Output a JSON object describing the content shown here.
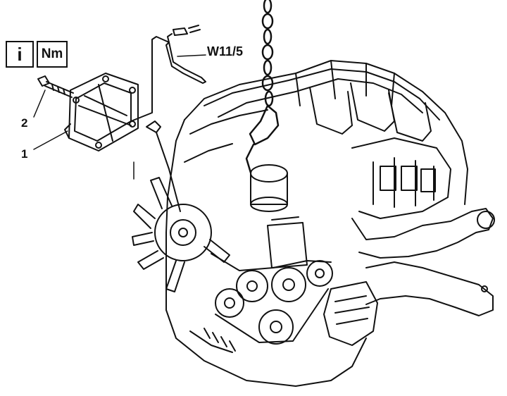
{
  "info_box": {
    "label": "i"
  },
  "torque_box": {
    "label": "Nm"
  },
  "callouts": {
    "tool": "W11/5",
    "part_1": "1",
    "part_2": "2"
  },
  "colors": {
    "ink": "#111111",
    "paper": "#ffffff"
  }
}
